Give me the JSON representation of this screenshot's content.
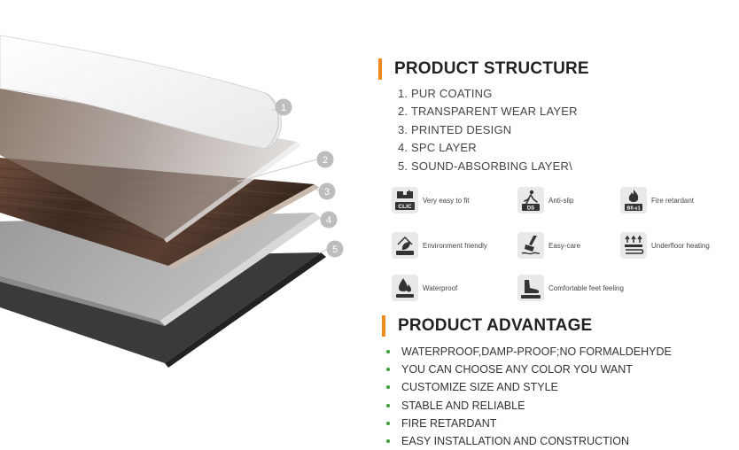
{
  "structure": {
    "title": "PRODUCT STRUCTURE",
    "items": [
      "1. PUR COATING",
      "2. TRANSPARENT WEAR LAYER",
      "3. PRINTED DESIGN",
      "4. SPC LAYER",
      "5. SOUND-ABSORBING LAYER\\"
    ]
  },
  "layer_numbers": [
    "1",
    "2",
    "3",
    "4",
    "5"
  ],
  "features": [
    {
      "icon": "click-lock-icon",
      "label": "Very easy to fit",
      "badge": "CLIC"
    },
    {
      "icon": "anti-slip-icon",
      "label": "Anti-slip",
      "badge": "DS"
    },
    {
      "icon": "fire-icon",
      "label": "Fire retardant",
      "badge": "Bfl-s1"
    },
    {
      "icon": "leaf-icon",
      "label": "Environment friendly"
    },
    {
      "icon": "easy-care-icon",
      "label": "Easy-care"
    },
    {
      "icon": "underfloor-heating-icon",
      "label": "Underfloor heating"
    },
    {
      "icon": "water-drop-icon",
      "label": "Waterproof"
    },
    {
      "icon": "foot-icon",
      "label": "Comfortable  feet feeling"
    }
  ],
  "advantage": {
    "title": "PRODUCT ADVANTAGE",
    "items": [
      "WATERPROOF,DAMP-PROOF;NO FORMALDEHYDE",
      "YOU CAN CHOOSE ANY COLOR YOU WANT",
      "CUSTOMIZE SIZE AND STYLE",
      "STABLE AND RELIABLE",
      "FIRE RETARDANT",
      "EASY INSTALLATION AND CONSTRUCTION"
    ]
  },
  "colors": {
    "accent": "#f08a1c",
    "bullet": "#3e9e3a",
    "marker": "#bdbdbd",
    "wood": "#4a3428",
    "spc": "#a9a9a9",
    "base": "#3c3c3c"
  }
}
